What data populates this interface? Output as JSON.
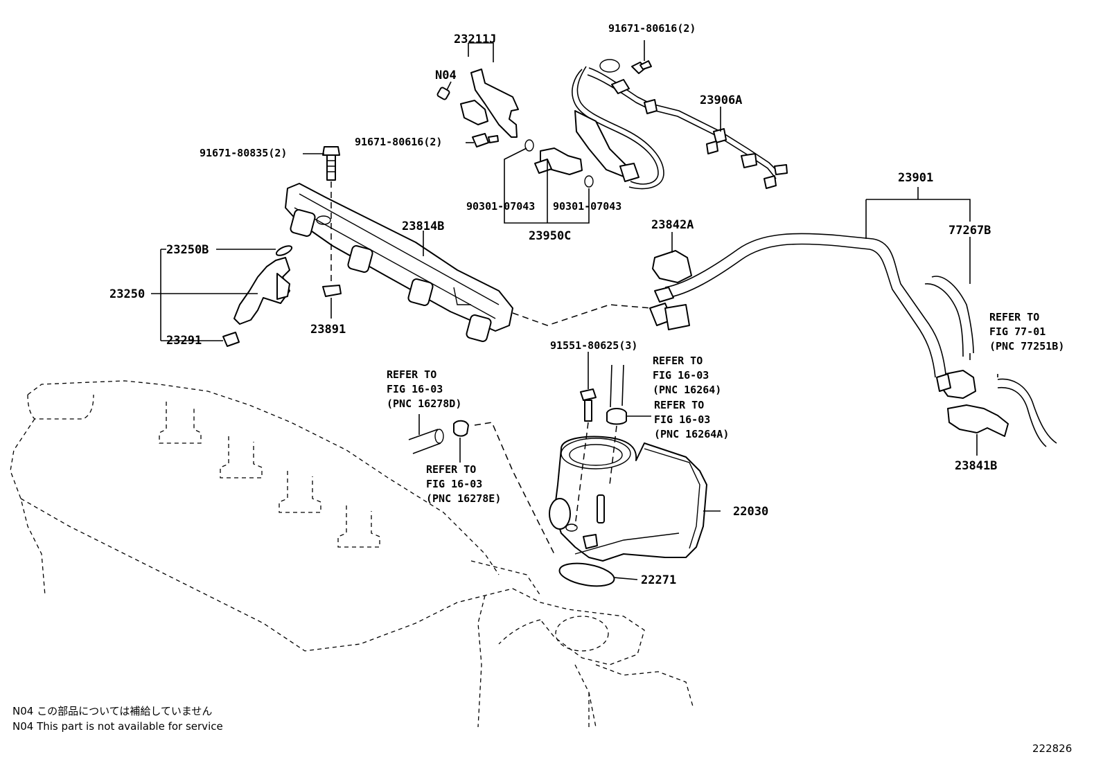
{
  "labels": {
    "l_23211J": "23211J",
    "l_N04": "N04",
    "l_91671_80616_top": "91671-80616(2)",
    "l_23906A": "23906A",
    "l_91671_80616_mid": "91671-80616(2)",
    "l_91671_80835": "91671-80835(2)",
    "l_90301_a": "90301-07043",
    "l_90301_b": "90301-07043",
    "l_23950C": "23950C",
    "l_23814B": "23814B",
    "l_23842A": "23842A",
    "l_23901": "23901",
    "l_77267B": "77267B",
    "l_23250B": "23250B",
    "l_23250": "23250",
    "l_23291": "23291",
    "l_23891": "23891",
    "l_91551_80625": "91551-80625(3)",
    "l_22030": "22030",
    "l_22271": "22271",
    "l_23841B": "23841B"
  },
  "references": {
    "ref_77_01": [
      "REFER TO",
      "FIG 77-01",
      "(PNC 77251B)"
    ],
    "ref_16278D": [
      "REFER TO",
      "FIG 16-03",
      "(PNC 16278D)"
    ],
    "ref_16264": [
      "REFER TO",
      "FIG 16-03",
      "(PNC 16264)"
    ],
    "ref_16264A": [
      "REFER TO",
      "FIG 16-03",
      "(PNC 16264A)"
    ],
    "ref_16278E": [
      "REFER TO",
      "FIG 16-03",
      "(PNC 16278E)"
    ]
  },
  "notes": {
    "n04_jp": "N04  この部品については補給していません",
    "n04_en": "N04  This part is not available for service"
  },
  "figure_id": "222826"
}
